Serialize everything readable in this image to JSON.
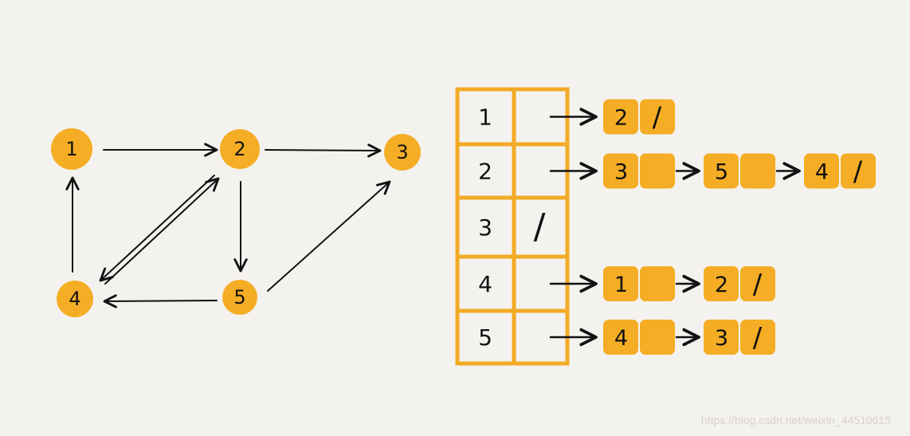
{
  "colors": {
    "background": "#f4f2ef",
    "node_fill": "#f4ad24",
    "table_border": "#f2ab26",
    "list_box": "#f4ad24",
    "ink": "#111111"
  },
  "graph": {
    "nodes": [
      {
        "id": "1",
        "label": "1"
      },
      {
        "id": "2",
        "label": "2"
      },
      {
        "id": "3",
        "label": "3"
      },
      {
        "id": "4",
        "label": "4"
      },
      {
        "id": "5",
        "label": "5"
      }
    ],
    "edges": [
      {
        "from": "1",
        "to": "2"
      },
      {
        "from": "2",
        "to": "3"
      },
      {
        "from": "2",
        "to": "5"
      },
      {
        "from": "2",
        "to": "4"
      },
      {
        "from": "4",
        "to": "2"
      },
      {
        "from": "4",
        "to": "1"
      },
      {
        "from": "5",
        "to": "4"
      },
      {
        "from": "5",
        "to": "3"
      }
    ]
  },
  "adjacency_table": {
    "rows": [
      {
        "vertex": "1",
        "null_pointer": false,
        "list": [
          {
            "value": "2",
            "terminator": "/"
          }
        ]
      },
      {
        "vertex": "2",
        "null_pointer": false,
        "list": [
          {
            "value": "3",
            "terminator": ""
          },
          {
            "value": "5",
            "terminator": ""
          },
          {
            "value": "4",
            "terminator": "/"
          }
        ]
      },
      {
        "vertex": "3",
        "null_pointer": true,
        "null_symbol": "/",
        "list": []
      },
      {
        "vertex": "4",
        "null_pointer": false,
        "list": [
          {
            "value": "1",
            "terminator": ""
          },
          {
            "value": "2",
            "terminator": "/"
          }
        ]
      },
      {
        "vertex": "5",
        "null_pointer": false,
        "list": [
          {
            "value": "4",
            "terminator": ""
          },
          {
            "value": "3",
            "terminator": "/"
          }
        ]
      }
    ]
  },
  "watermark": "https://blog.csdn.net/weixin_44510615"
}
